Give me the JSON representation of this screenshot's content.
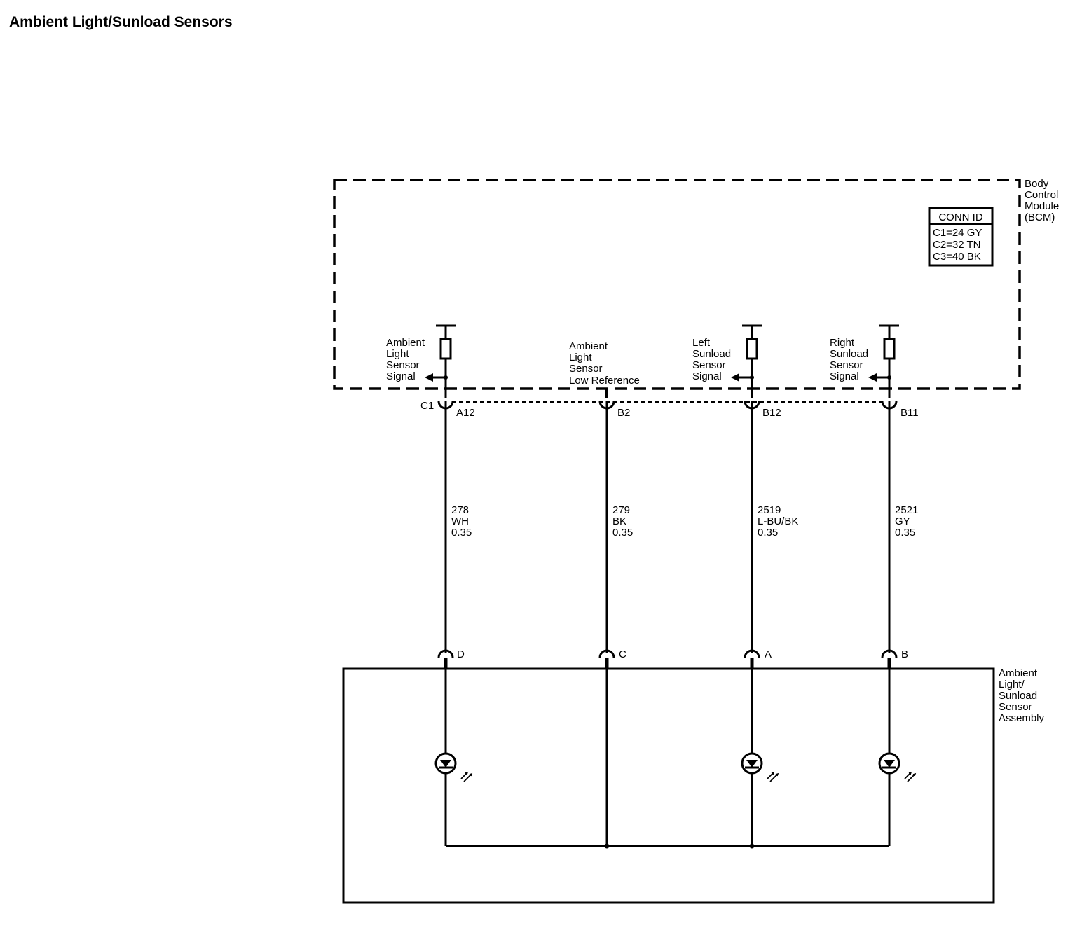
{
  "title": "Ambient Light/Sunload Sensors",
  "bcm": {
    "label": [
      "Body",
      "Control",
      "Module",
      "(BCM)"
    ],
    "conn_id": {
      "header": "CONN ID",
      "rows": [
        "C1=24 GY",
        "C2=32 TN",
        "C3=40 BK"
      ]
    },
    "connector": "C1",
    "circuits": [
      {
        "label": [
          "Ambient",
          "Light",
          "Sensor",
          "Signal"
        ],
        "pin": "A12",
        "wire": [
          "278",
          "WH",
          "0.35"
        ],
        "sensor_pin": "D",
        "has_resistor": true,
        "has_sensor": true
      },
      {
        "label": [
          "Ambient",
          "Light",
          "Sensor",
          "Low Reference"
        ],
        "pin": "B2",
        "wire": [
          "279",
          "BK",
          "0.35"
        ],
        "sensor_pin": "C",
        "has_resistor": false,
        "has_sensor": false
      },
      {
        "label": [
          "Left",
          "Sunload",
          "Sensor",
          "Signal"
        ],
        "pin": "B12",
        "wire": [
          "2519",
          "L-BU/BK",
          "0.35"
        ],
        "sensor_pin": "A",
        "has_resistor": true,
        "has_sensor": true
      },
      {
        "label": [
          "Right",
          "Sunload",
          "Sensor",
          "Signal"
        ],
        "pin": "B11",
        "wire": [
          "2521",
          "GY",
          "0.35"
        ],
        "sensor_pin": "B",
        "has_resistor": true,
        "has_sensor": true
      }
    ]
  },
  "assembly": {
    "label": [
      "Ambient",
      "Light/",
      "Sunload",
      "Sensor",
      "Assembly"
    ]
  }
}
